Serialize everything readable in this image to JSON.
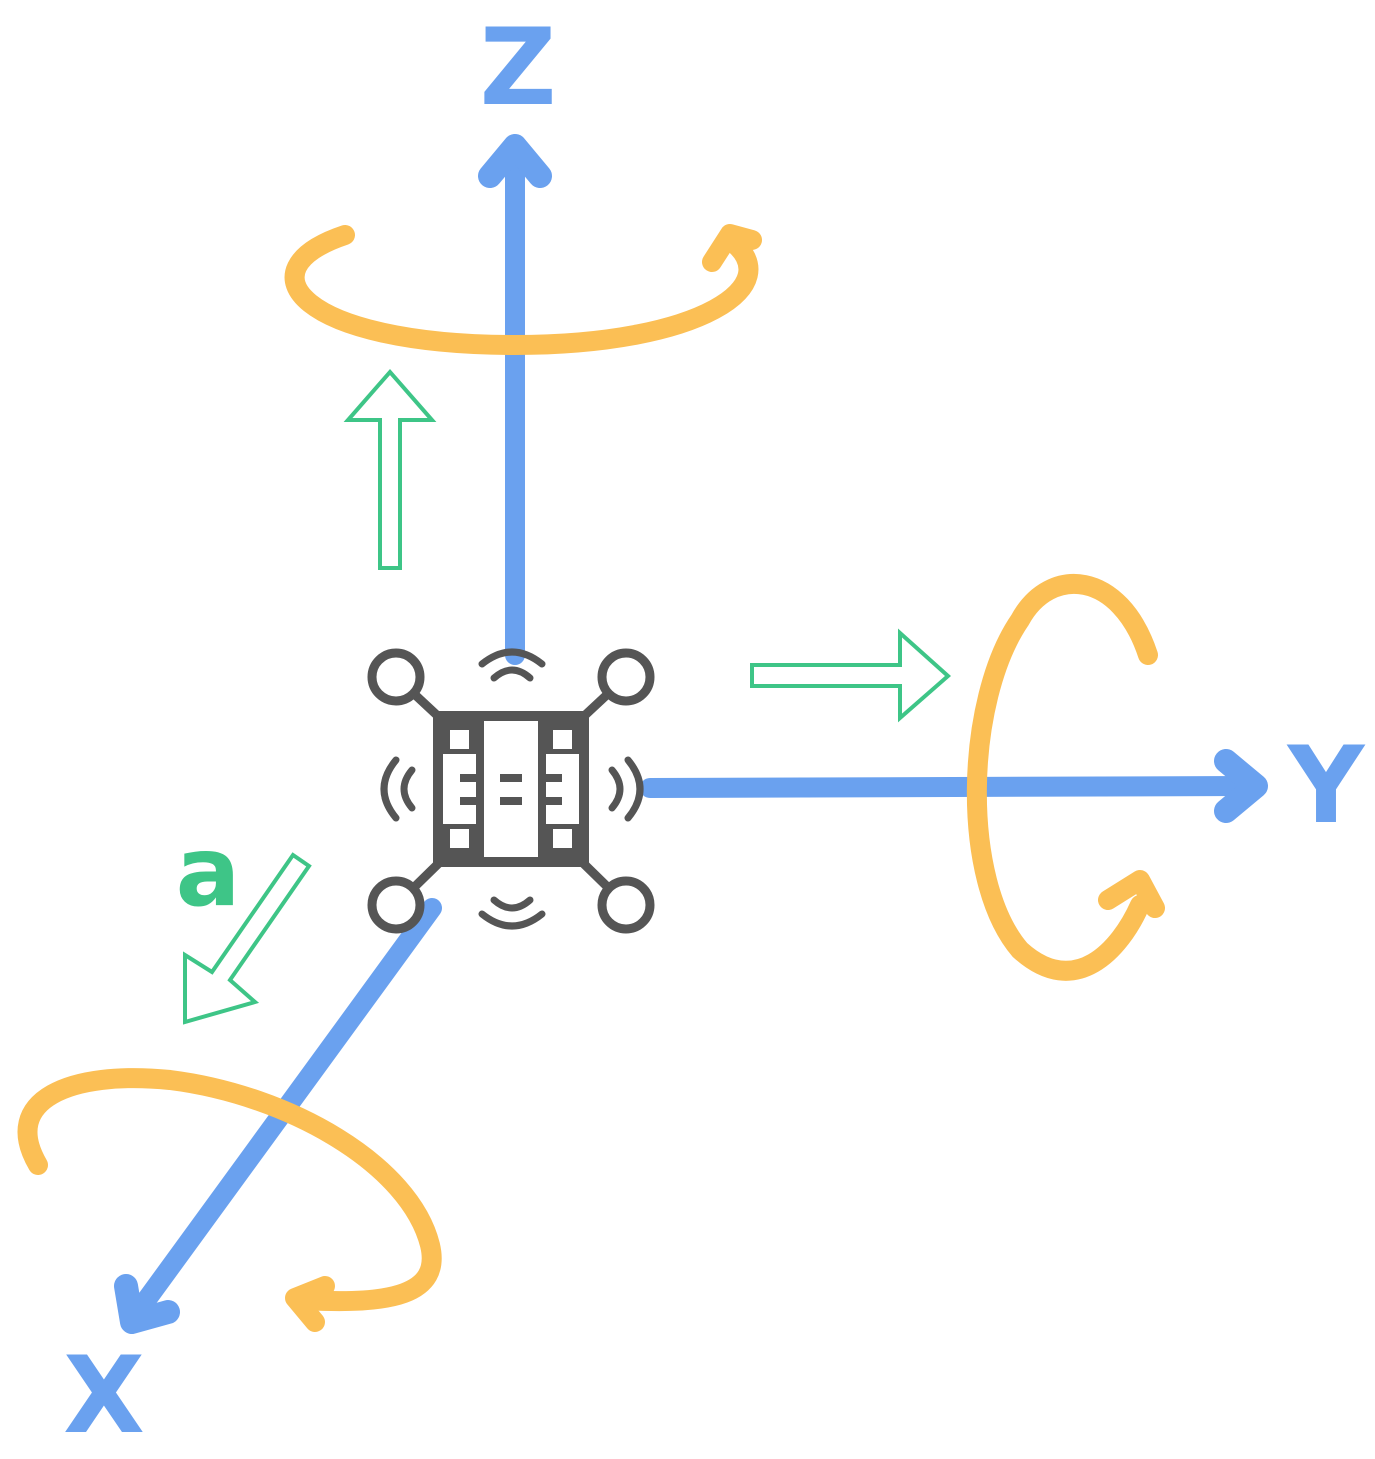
{
  "labels": {
    "z_axis": "Z",
    "y_axis": "Y",
    "x_axis": "X",
    "acceleration": "a"
  },
  "colors": {
    "axis": "#6aa1ef",
    "rotation": "#fbbf55",
    "acceleration": "#3ec587",
    "drone": "#555555"
  },
  "icons": {
    "drone": "drone-icon"
  }
}
